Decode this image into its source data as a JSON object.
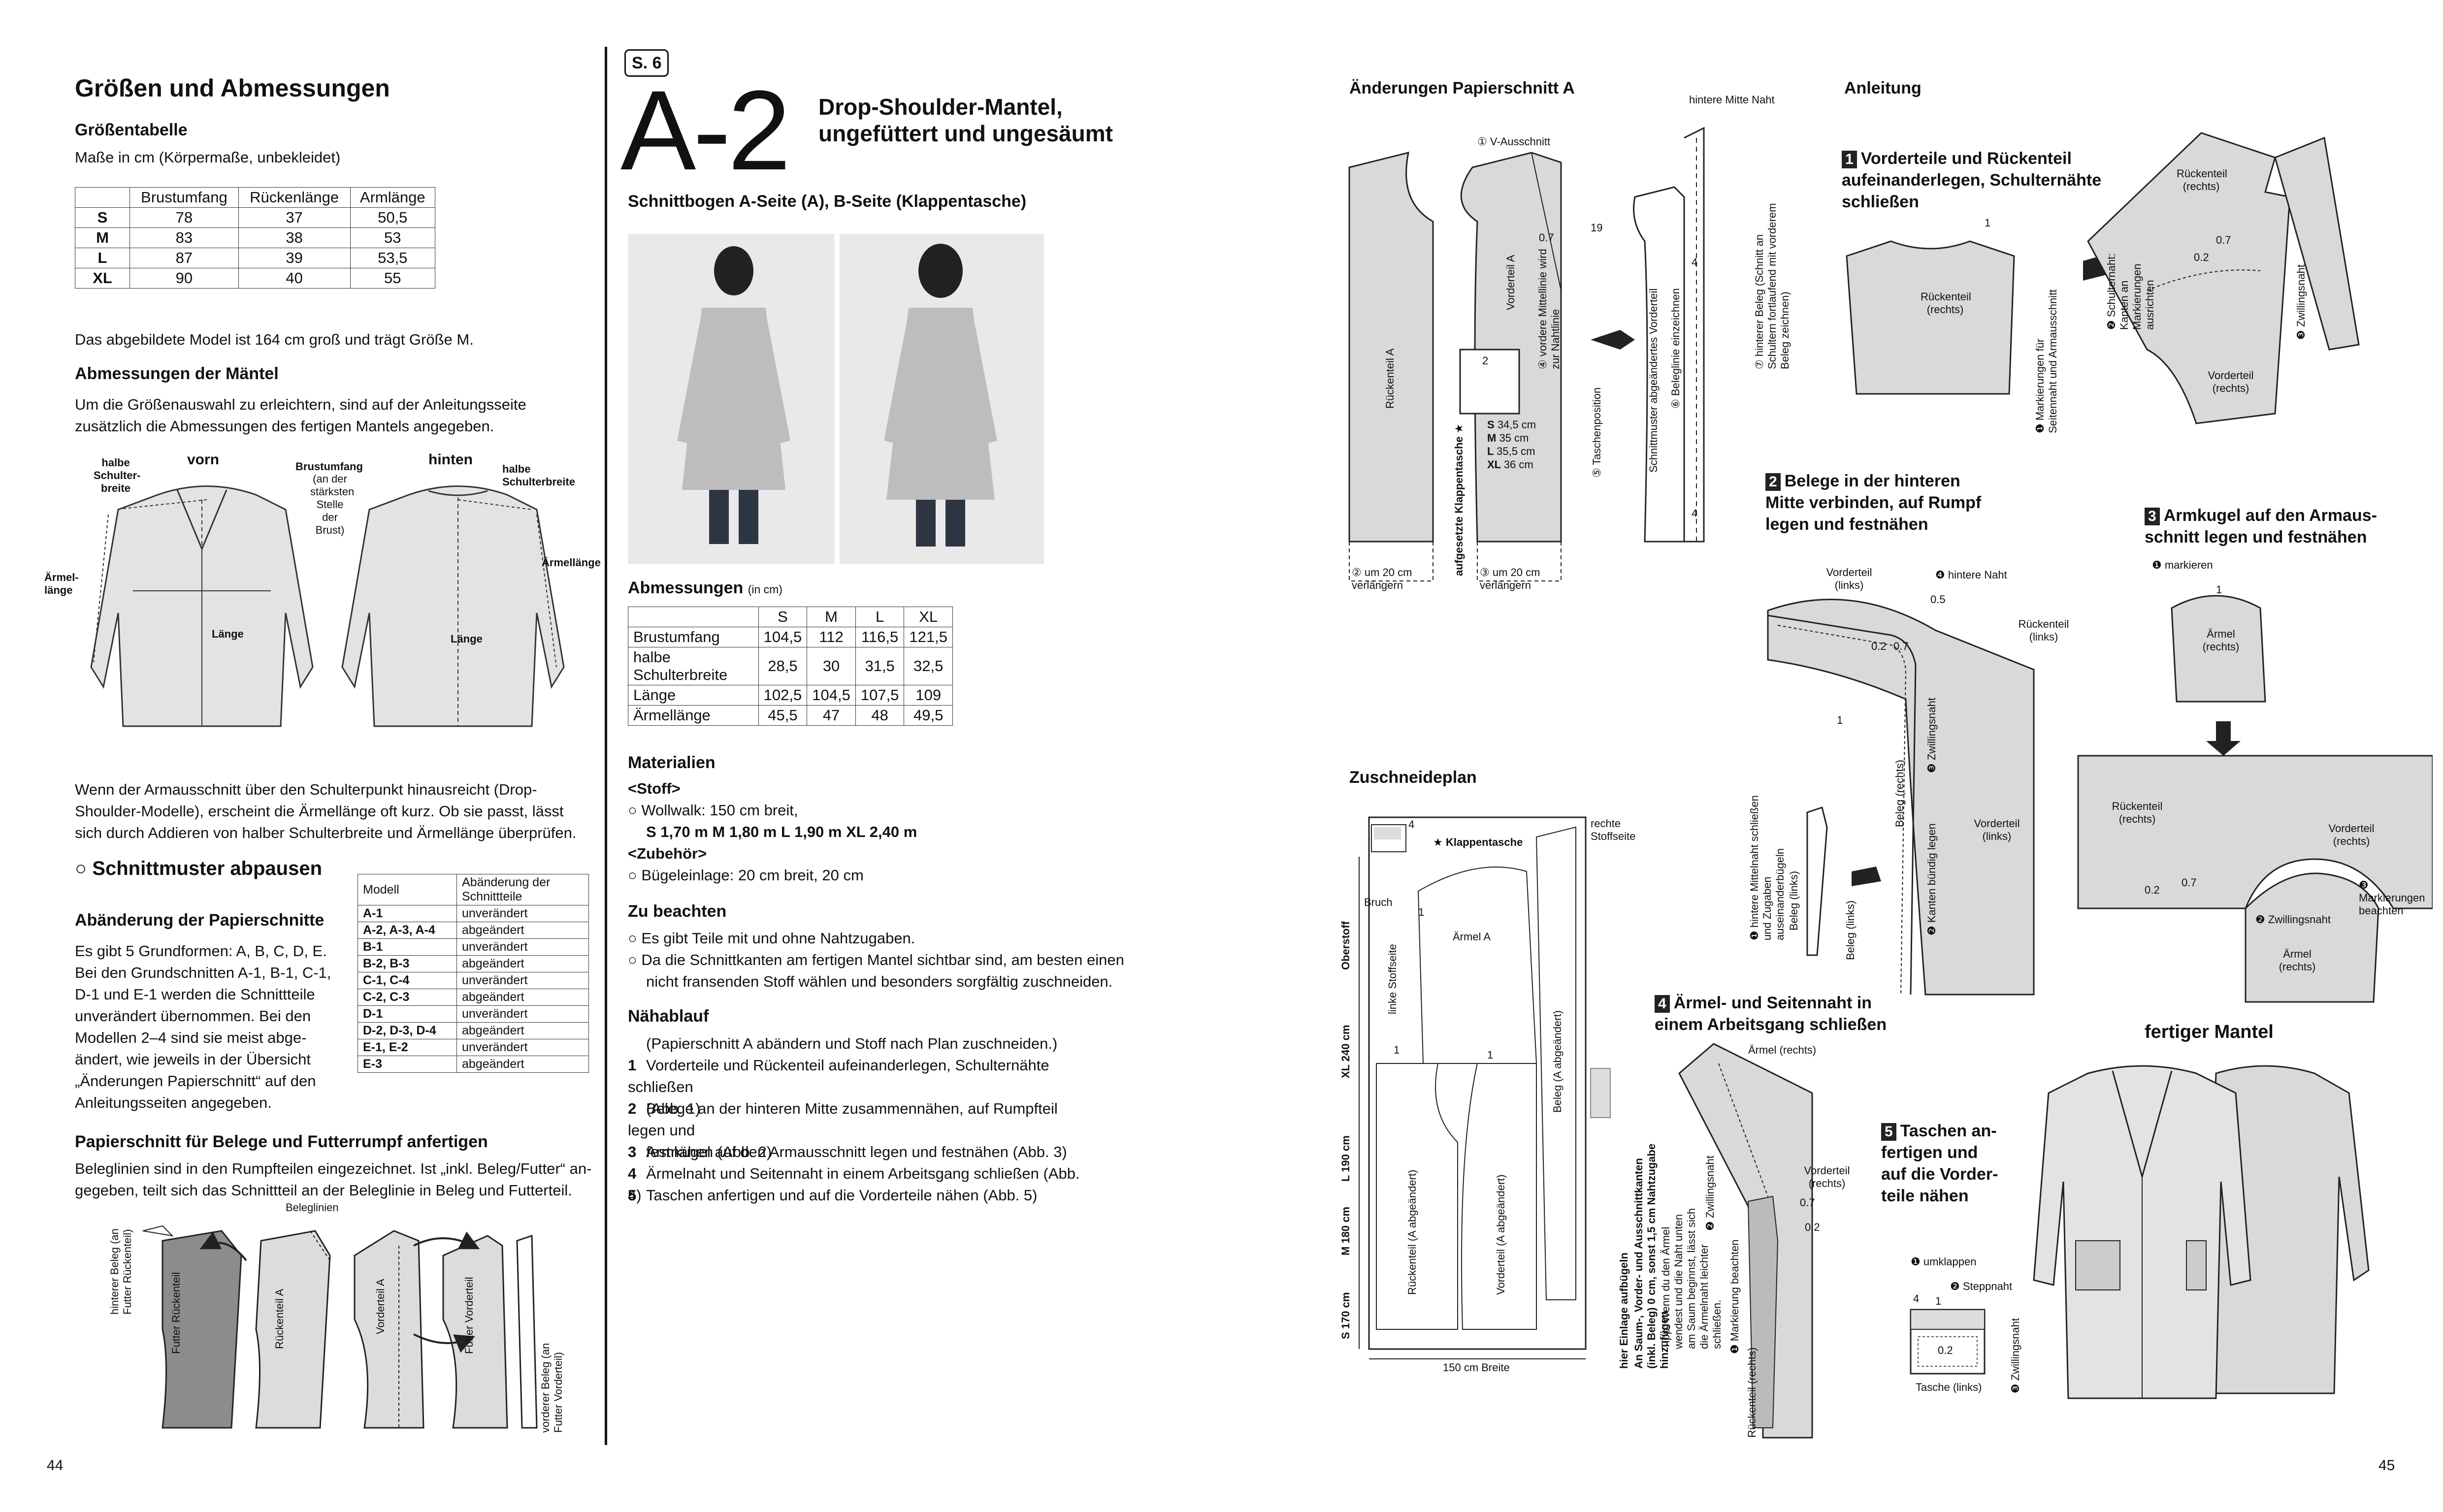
{
  "left": {
    "title": "Größen und Abmessungen",
    "size_table_heading": "Größentabelle",
    "size_table_note": "Maße in cm (Körpermaße, unbekleidet)",
    "size_table": {
      "headers": [
        "",
        "Brustumfang",
        "Rückenlänge",
        "Armlänge"
      ],
      "rows": [
        [
          "S",
          "78",
          "37",
          "50,5"
        ],
        [
          "M",
          "83",
          "38",
          "53"
        ],
        [
          "L",
          "87",
          "39",
          "53,5"
        ],
        [
          "XL",
          "90",
          "40",
          "55"
        ]
      ]
    },
    "model_note": "Das abgebildete Model ist 164 cm groß und trägt Größe M.",
    "dims_heading": "Abmessungen der Mäntel",
    "dims_text_1": "Um die Größenauswahl zu erleichtern, sind auf der Anleitungsseite",
    "dims_text_2": "zusätzlich die Abmessungen des fertigen Mantels angegeben.",
    "fig_front": "vorn",
    "fig_back": "hinten",
    "fig_labels": {
      "half_shoulder": "halbe Schulter-breite",
      "chest": "Brustumfang",
      "chest_sub": "(an der stärksten Stelle der Brust)",
      "half_shoulder_back": "halbe Schulterbreite",
      "sleeve_left": "Ärmel-länge",
      "sleeve_right": "Ärmellänge",
      "length": "Länge"
    },
    "armhole_text": [
      "Wenn der Armausschnitt über den Schulterpunkt hinausreicht (Drop-",
      "Shoulder-Modelle), erscheint die Ärmellänge oft kurz. Ob sie passt, lässt",
      "sich durch Addieren von halber Schulterbreite und Ärmellänge überprüfen."
    ],
    "trace_heading": "○ Schnittmuster abpausen",
    "change_heading": "Abänderung der Papierschnitte",
    "change_text": [
      "Es gibt 5 Grundformen: A, B, C, D, E.",
      "Bei den Grundschnitten A-1, B-1, C-1,",
      "D-1 und E-1 werden die Schnittteile",
      "unverändert übernommen. Bei den",
      "Modellen 2–4 sind sie meist abge-",
      "ändert, wie jeweils in der Übersicht",
      "„Änderungen Papierschnitt“ auf den",
      "Anleitungsseiten angegeben."
    ],
    "model_table": {
      "headers": [
        "Modell",
        "Abänderung der Schnittteile"
      ],
      "rows": [
        [
          "A-1",
          "unverändert"
        ],
        [
          "A-2, A-3, A-4",
          "abgeändert"
        ],
        [
          "B-1",
          "unverändert"
        ],
        [
          "B-2, B-3",
          "abgeändert"
        ],
        [
          "C-1, C-4",
          "unverändert"
        ],
        [
          "C-2, C-3",
          "abgeändert"
        ],
        [
          "D-1",
          "unverändert"
        ],
        [
          "D-2, D-3, D-4",
          "abgeändert"
        ],
        [
          "E-1, E-2",
          "unverändert"
        ],
        [
          "E-3",
          "abgeändert"
        ]
      ]
    },
    "facing_heading": "Papierschnitt für Belege und Futterrumpf anfertigen",
    "facing_text_1": "Beleglinien sind in den Rumpfteilen eingezeichnet. Ist „inkl. Beleg/Futter“ an-",
    "facing_text_2": "gegeben, teilt sich das Schnittteil an der Beleglinie in Beleg und Futterteil.",
    "facing_labels": {
      "beleglinien": "Beleglinien",
      "back_facing": "hinterer Beleg (an Futter Rückenteil)",
      "futter_ruecken": "Futter Rückenteil",
      "rueckenteil": "Rückenteil A",
      "vorderteil": "Vorderteil A",
      "futter_vorder": "Futter Vorderteil",
      "front_facing": "vorderer Beleg (an Futter Vorderteil)"
    },
    "page_number": "44"
  },
  "middle": {
    "page_badge": "S. 6",
    "model_code": "A-2",
    "title_1": "Drop-Shoulder-Mantel,",
    "title_2": "ungefüttert und ungesäumt",
    "pattern_sheet": "Schnittbogen A-Seite (A), B-Seite (Klappentasche)",
    "abm_heading": "Abmessungen",
    "abm_unit": "(in cm)",
    "abm_table": {
      "headers": [
        "",
        "S",
        "M",
        "L",
        "XL"
      ],
      "rows": [
        [
          "Brustumfang",
          "104,5",
          "112",
          "116,5",
          "121,5"
        ],
        [
          "halbe Schulterbreite",
          "28,5",
          "30",
          "31,5",
          "32,5"
        ],
        [
          "Länge",
          "102,5",
          "104,5",
          "107,5",
          "109"
        ],
        [
          "Ärmellänge",
          "45,5",
          "47",
          "48",
          "49,5"
        ]
      ]
    },
    "materials_heading": "Materialien",
    "fabric_heading": "<Stoff>",
    "fabric_line": "○ Wollwalk: 150 cm breit,",
    "fabric_sizes": "S 1,70 m M 1,80 m L 1,90 m XL 2,40 m",
    "accessories_heading": "<Zubehör>",
    "accessories_line": "○ Bügeleinlage: 20 cm breit, 20 cm",
    "notes_heading": "Zu beachten",
    "notes": [
      "○ Es gibt Teile mit und ohne Nahtzugaben.",
      "○ Da die Schnittkanten am fertigen Mantel sichtbar sind, am besten einen",
      "nicht fransenden Stoff wählen und besonders sorgfältig zuschneiden."
    ],
    "sewing_heading": "Nähablauf",
    "sewing_intro": "(Papierschnitt A abändern und Stoff nach Plan zuschneiden.)",
    "sewing_steps": [
      {
        "n": "1",
        "text": "Vorderteile und Rückenteil aufeinanderlegen, Schulternähte schließen",
        "text2": "(Abb. 1)"
      },
      {
        "n": "2",
        "text": "Belege an der hinteren Mitte zusammennähen, auf Rumpfteil legen und",
        "text2": "festnähen (Abb. 2)"
      },
      {
        "n": "3",
        "text": "Armkugel auf den Armausschnitt legen und festnähen (Abb. 3)",
        "text2": ""
      },
      {
        "n": "4",
        "text": "Ärmelnaht und Seitennaht in einem Arbeitsgang schließen (Abb. 4)",
        "text2": ""
      },
      {
        "n": "5",
        "text": "Taschen anfertigen und auf die Vorderteile nähen (Abb. 5)",
        "text2": ""
      }
    ]
  },
  "right": {
    "changes_heading": "Änderungen Papierschnitt A",
    "changes_labels": {
      "rueckenteil": "Rückenteil A",
      "vorderteil": "Vorderteil A",
      "v_ausschnitt": "① V-Ausschnitt",
      "hintere_mitte": "hintere Mitte Naht",
      "n07": "0.7",
      "n19": "19",
      "n2": "2",
      "mittellinie": "④ vordere Mittellinie wird zur Nahtlinie",
      "s": "S",
      "s_v": "34,5 cm",
      "m": "M",
      "m_v": "35 cm",
      "l": "L",
      "l_v": "35,5 cm",
      "xl": "XL",
      "xl_v": "36 cm",
      "klappe": "aufgesetzte Klappentasche ★",
      "tasche": "⑤ Taschenposition",
      "um20a": "② um 20 cm verlängern",
      "um20b": "③ um 20 cm verlängern",
      "schnittmuster": "Schnittmuster abgeändertes Vorderteil",
      "beleglinie": "⑥ Beleglinie einzeichnen",
      "hinterer_beleg": "⑦ hinterer Beleg (Schnitt an Schultern fortlaufend mit vorderem Beleg zeichnen)",
      "n4a": "4",
      "n4b": "4"
    },
    "cut_heading": "Zuschneideplan",
    "cut_labels": {
      "klappentasche": "★ Klappentasche",
      "bruch": "Bruch",
      "rechte": "rechte Stoffseite",
      "linke": "linke Stoffseite",
      "oberstoff": "Oberstoff",
      "aermel": "Ärmel A",
      "beleg": "Beleg (A abgeändert)",
      "ruecken": "Rückenteil (A abgeändert)",
      "vorder": "Vorderteil (A abgeändert)",
      "xl": "XL 240 cm",
      "l": "L 190 cm",
      "m": "M 180 cm",
      "s": "S 170 cm",
      "breite": "150 cm Breite",
      "einlage": "hier Einlage aufbügeln",
      "nz": "An Saum-, Vorder- und Ausschnittkanten (inkl. Beleg) 0 cm, sonst 1,5 cm Nahtzugabe hinzufügen",
      "n4": "4",
      "n1a": "1",
      "n1b": "1",
      "n1c": "1"
    },
    "instr_heading": "Anleitung",
    "step1_num": "1",
    "step1_title": [
      "Vorderteile und Rückenteil",
      "aufeinanderlegen, Schulternähte",
      "schließen"
    ],
    "step1_labels": {
      "rueckenteil": "Rückenteil (rechts)",
      "markierung": "❶ Markierungen für Seitennaht und Armausschnitt",
      "rueckenteil2": "Rückenteil (rechts)",
      "vorderteil": "Vorderteil (rechts)",
      "schulter": "❷ Schulternaht: Kanten an Markierungen ausrichten",
      "zwilling": "❸ Zwillingsnaht",
      "n1": "1",
      "n02": "0.2",
      "n07": "0.7"
    },
    "step2_num": "2",
    "step2_title": [
      "Belege in der hinteren",
      "Mitte verbinden, auf Rumpf",
      "legen und festnähen"
    ],
    "step2_labels": {
      "vorderteil_links": "Vorderteil (links)",
      "hintere_naht": "❹ hintere Naht",
      "rueckenteil_links": "Rückenteil (links)",
      "mittelnaht": "❶ hintere Mittelnaht schließen und Zugaben auseinanderbügeln",
      "beleg_links": "Beleg (links)",
      "beleg_links2": "Beleg (links)",
      "beleg_rechts": "Beleg (rechts)",
      "kanten": "❷ Kanten bündig legen",
      "zwilling": "❸ Zwillingsnaht",
      "vorderteil_links2": "Vorderteil (links)",
      "n05": "0.5",
      "n02": "0.2",
      "n07": "0.7",
      "n1": "1"
    },
    "step3_num": "3",
    "step3_title": [
      "Armkugel auf den Armaus-",
      "schnitt legen und festnähen"
    ],
    "step3_labels": {
      "markieren": "❶ markieren",
      "aermel": "Ärmel (rechts)",
      "rueckenteil": "Rückenteil (rechts)",
      "vorderteil": "Vorderteil (rechts)",
      "markierungen": "❸ Markierungen beachten",
      "zwilling": "❷ Zwillingsnaht",
      "aermel2": "Ärmel (rechts)",
      "n1": "1",
      "n02": "0.2",
      "n07": "0.7"
    },
    "step4_num": "4",
    "step4_title": [
      "Ärmel- und Seitennaht in",
      "einem Arbeitsgang schließen"
    ],
    "step4_labels": {
      "aermel": "Ärmel (rechts)",
      "vorderteil": "Vorderteil (rechts)",
      "zwilling": "❷ Zwillingsnaht",
      "markierung": "❶ Markierung beachten",
      "rueckenteil": "Rückenteil (rechts)",
      "tipp": "Tipp: Wenn du den Ärmel wendest und die Naht unten am Saum beginnst, lässt sich die Ärmelnaht leichter schließen.",
      "n07": "0.7",
      "n02": "0.2"
    },
    "finished_heading": "fertiger Mantel",
    "step5_num": "5",
    "step5_title": [
      "Taschen an-",
      "fertigen und",
      "auf die Vorder-",
      "teile nähen"
    ],
    "step5_labels": {
      "umklappen": "❶ umklappen",
      "steppnaht": "❷ Steppnaht",
      "tasche": "Tasche (links)",
      "zwilling": "❸ Zwillingsnaht",
      "n4": "4",
      "n1": "1",
      "n02": "0.2"
    },
    "page_number": "45"
  }
}
